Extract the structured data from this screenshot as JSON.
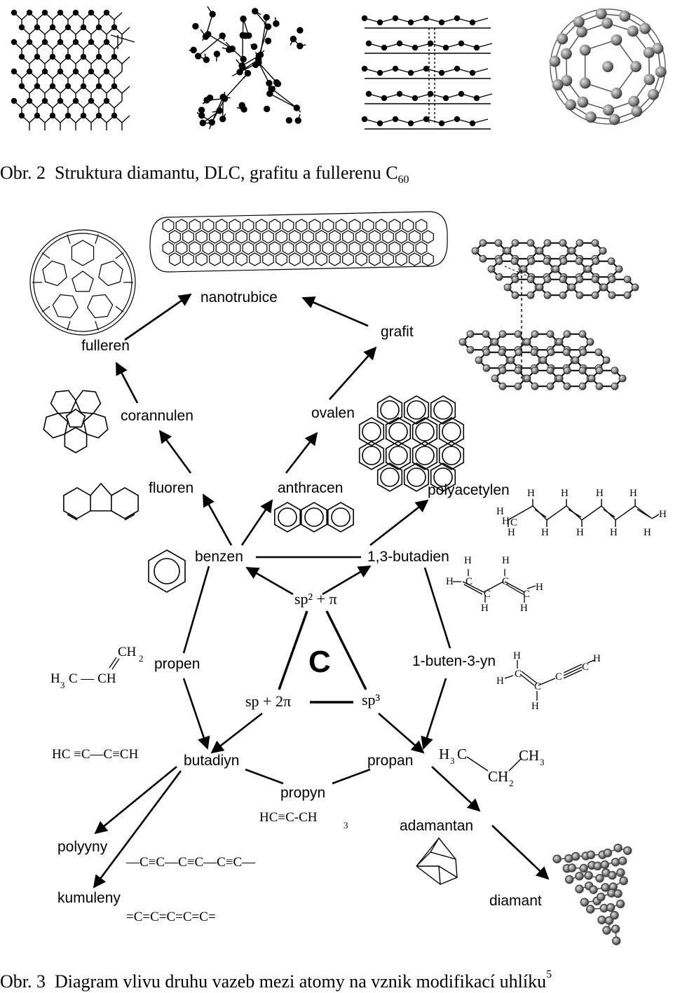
{
  "caption1": {
    "prefix": "Obr. 2",
    "text": "Struktura diamantu, DLC, grafitu a fullerenu C",
    "sub": "60"
  },
  "caption2": {
    "prefix": "Obr. 3",
    "text": "Diagram vlivu druhu vazeb mezi atomy na vznik modifikací uhlíku",
    "sup": "5"
  },
  "center": {
    "symbol": "C",
    "sp2": "sp² + π",
    "sp": "sp + 2π",
    "sp3": "sp³"
  },
  "labels": {
    "nanotrubice": "nanotrubice",
    "fulleren": "fulleren",
    "grafit": "grafit",
    "corannulen": "corannulen",
    "ovalen": "ovalen",
    "fluoren": "fluoren",
    "anthracen": "anthracen",
    "polyacetylen": "polyacetylen",
    "benzen": "benzen",
    "butadien": "1,3-butadien",
    "propen": "propen",
    "butenyn": "1-buten-3-yn",
    "butadiyn": "butadiyn",
    "propan": "propan",
    "propyn": "propyn",
    "adamantan": "adamantan",
    "polyyny": "polyyny",
    "kumuleny": "kumuleny",
    "diamant": "diamant"
  },
  "formulas": {
    "butadiyn": "HC ≡C—C≡CH",
    "propyn": "HC≡C-CH",
    "propyn_sub": "3",
    "polyyny": "—C≡C—C≡C—C≡C—",
    "kumuleny": "=C=C=C=C=C=",
    "propen_h3c": "H",
    "propen_h3c_sub": "3",
    "propen_rest": "C — CH",
    "propen_ch2": "CH",
    "propen_ch2_sub": "2",
    "propan_h3c": "H",
    "propan_h3c_sub": "3",
    "propan_c": "C",
    "propan_ch3": "CH",
    "propan_ch3_sub": "3",
    "propan_ch2": "CH",
    "propan_ch2_sub": "2",
    "h": "H",
    "c": "C"
  }
}
